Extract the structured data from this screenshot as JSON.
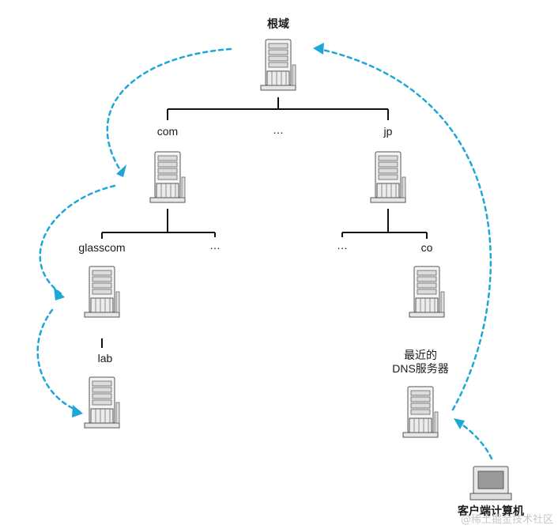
{
  "nodes": {
    "root": "根域",
    "com": "com",
    "root_ellipsis": "…",
    "jp": "jp",
    "glasscom": "glasscom",
    "com_ellipsis": "…",
    "jp_ellipsis": "…",
    "co": "co",
    "lab": "lab",
    "nearest_dns_line1": "最近的",
    "nearest_dns_line2": "DNS服务器",
    "client": "客户端计算机"
  },
  "watermark": "@稀土掘金技术社区",
  "colors": {
    "arrow": "#1ea6d8",
    "tree_line": "#111111",
    "server_body": "#f2f2f2",
    "server_outline": "#555555"
  },
  "icons": {
    "server": "server-tower-icon",
    "client": "desktop-computer-icon"
  }
}
